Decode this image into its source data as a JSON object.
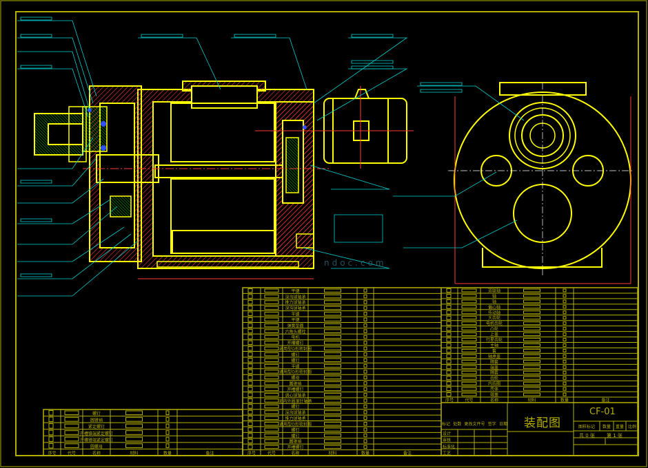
{
  "drawing": {
    "title": "装配图",
    "drawing_number": "CF-01",
    "colors": {
      "frame": "#b5b000",
      "part": "#ffff00",
      "section": "#ff3b3b",
      "leader": "#00d0d0",
      "hatch_green": "#00c000",
      "blue": "#3050ff",
      "watermark": "#3a8aa0"
    }
  },
  "parts_table": {
    "headers": [
      "序号",
      "代号",
      "名称",
      "材料",
      "数量",
      "备注"
    ],
    "middle_names": [
      "平键",
      "深沟球轴承",
      "推力球轴承",
      "深沟球轴承",
      "平键",
      "平键",
      "弹簧垫圈",
      "六角头螺栓",
      "电机",
      "开槽螺钉",
      "通用型O形密封圈",
      "螺钉",
      "螺钉",
      "平键",
      "通用型O形密封圈",
      "螺母",
      "圆锥销",
      "开槽螺钉",
      "调心球轴承",
      "无内外圈滚针轴承",
      "螺钉",
      "深沟球轴承",
      "推力球轴承",
      "通用型O形密封圈",
      "螺钉",
      "螺钉",
      "圆锥销",
      "开槽螺钉"
    ],
    "right_names": [
      "双联轴",
      "轴",
      "轴",
      "偏心轴",
      "传动轴",
      "大齿轮",
      "电机齿轮",
      "凸轮",
      "上盖",
      "行星齿轮",
      "主轴",
      "套",
      "轴承盖",
      "隔套",
      "端盖",
      "隔套",
      "齿轮",
      "内齿圈",
      "壳体",
      "端盖"
    ],
    "left_names": [
      "螺钉",
      "圆锥销",
      "紧定螺钉",
      "开槽锥端紧定螺钉",
      "开槽锥端紧定螺钉",
      "圆螺母"
    ]
  },
  "title_block": {
    "change_row": [
      "标记",
      "处数",
      "更改文件号",
      "签字",
      "日期"
    ],
    "roles": [
      "设计",
      "审核",
      "标准化",
      "工艺"
    ],
    "attr_headers": [
      "图样标记",
      "数量",
      "重量",
      "比例"
    ],
    "sheets_total": "共 0 张",
    "sheet_current": "第 1 张"
  }
}
